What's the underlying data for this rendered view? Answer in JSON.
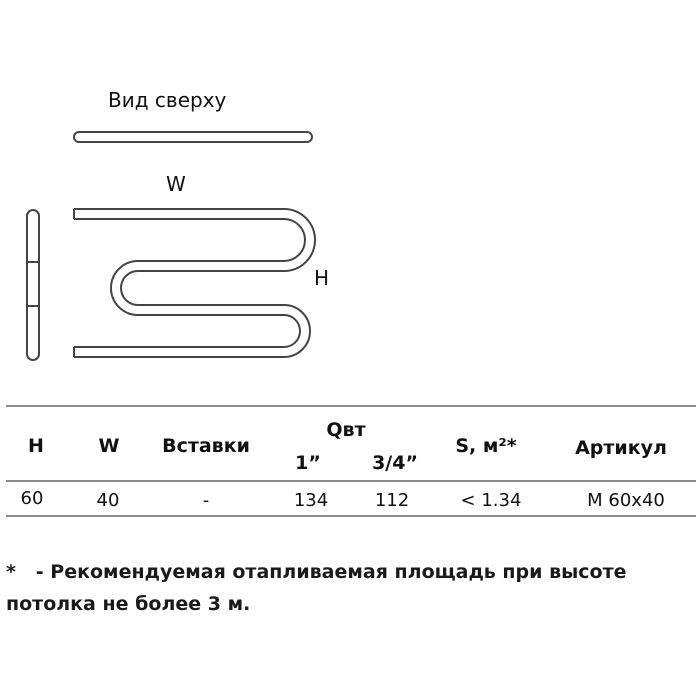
{
  "drawing": {
    "top_view_label": "Вид сверху",
    "width_label": "W",
    "height_label": "H"
  },
  "table": {
    "headers": {
      "h": "H",
      "w": "W",
      "inserts": "Вставки",
      "power": "Qвт",
      "power_sub_1": "1”",
      "power_sub_2": "3/4”",
      "area": "S, м²*",
      "article": "Артикул"
    },
    "rows": [
      {
        "h": "60",
        "w": "40",
        "inserts": "-",
        "q1": "134",
        "q34": "112",
        "area": "< 1.34",
        "article": "М 60х40"
      }
    ]
  },
  "footnote": {
    "marker": "*",
    "line1": "- Рекомендуемая отапливаемая площадь при высоте",
    "line2": "потолка не более 3 м."
  },
  "colors": {
    "stroke": "#444444",
    "table_rule": "#8a8a8a",
    "text": "#111111"
  }
}
